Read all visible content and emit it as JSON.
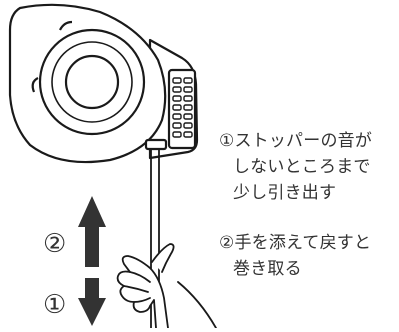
{
  "diagram": {
    "step1": {
      "lines": [
        "①ストッパーの音が",
        "しないところまで",
        "少し引き出す"
      ]
    },
    "step2": {
      "lines": [
        "②手を添えて戻すと",
        "巻き取る"
      ]
    },
    "arrow_labels": {
      "up": "②",
      "down": "①"
    },
    "colors": {
      "line": "#1a1a1a",
      "arrow": "#333333",
      "text": "#333333"
    }
  }
}
